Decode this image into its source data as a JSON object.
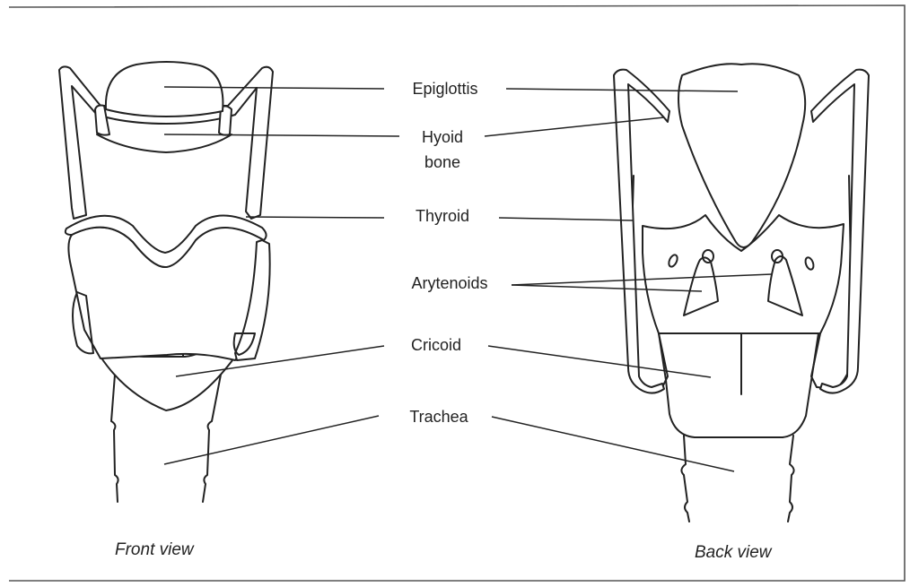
{
  "labels": {
    "epiglottis": "Epiglottis",
    "hyoid_line1": "Hyoid",
    "hyoid_line2": "bone",
    "thyroid": "Thyroid",
    "arytenoids": "Arytenoids",
    "cricoid": "Cricoid",
    "trachea": "Trachea"
  },
  "captions": {
    "front": "Front view",
    "back": "Back view"
  },
  "colors": {
    "line": "#222222",
    "border": "#555555",
    "background": "#ffffff"
  }
}
